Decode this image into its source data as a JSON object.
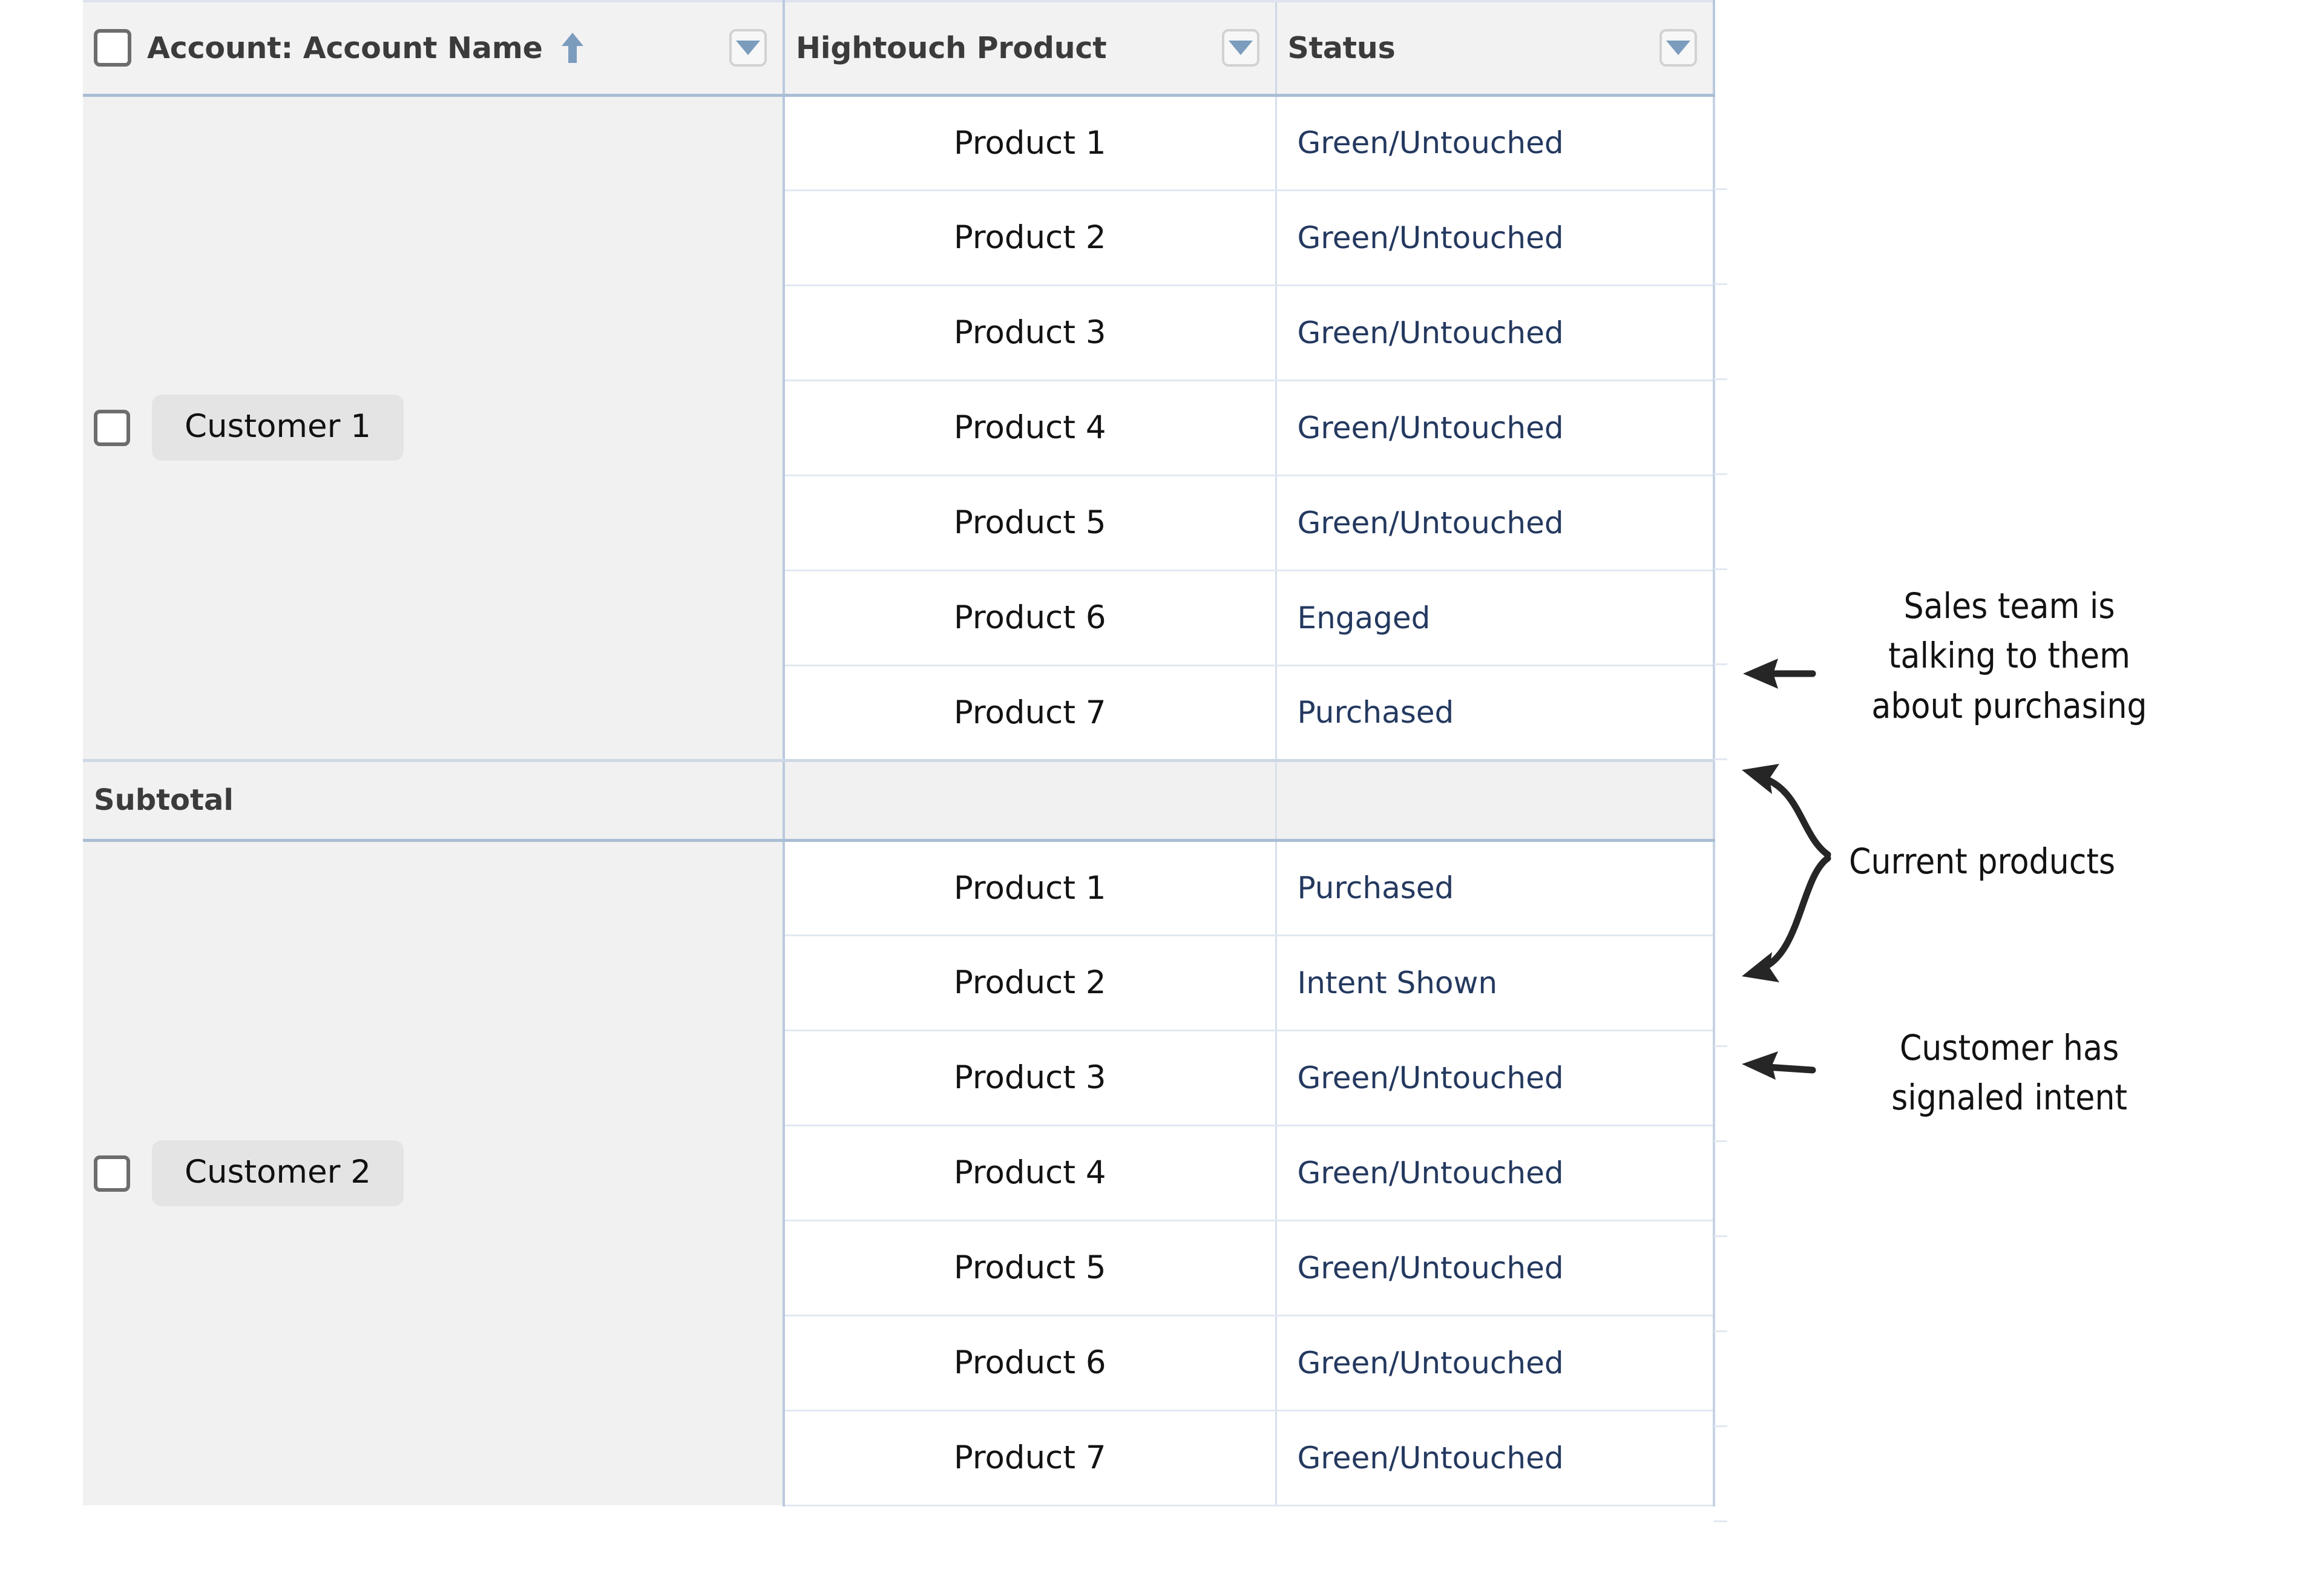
{
  "table": {
    "columns": [
      {
        "key": "account",
        "label": "Account: Account Name",
        "sort_icon": "sort-ascending-arrow-icon",
        "has_checkbox": true,
        "has_dropdown": true
      },
      {
        "key": "product",
        "label": "Hightouch Product",
        "has_checkbox": false,
        "has_dropdown": true
      },
      {
        "key": "status",
        "label": "Status",
        "has_checkbox": false,
        "has_dropdown": true
      }
    ],
    "groups": [
      {
        "account": "Customer 1",
        "rows": [
          {
            "product": "Product 1",
            "status": "Green/Untouched"
          },
          {
            "product": "Product 2",
            "status": "Green/Untouched"
          },
          {
            "product": "Product 3",
            "status": "Green/Untouched"
          },
          {
            "product": "Product 4",
            "status": "Green/Untouched"
          },
          {
            "product": "Product 5",
            "status": "Green/Untouched"
          },
          {
            "product": "Product 6",
            "status": "Engaged"
          },
          {
            "product": "Product 7",
            "status": "Purchased"
          }
        ],
        "subtotal_label": "Subtotal"
      },
      {
        "account": "Customer 2",
        "rows": [
          {
            "product": "Product 1",
            "status": "Purchased"
          },
          {
            "product": "Product 2",
            "status": "Intent Shown"
          },
          {
            "product": "Product 3",
            "status": "Green/Untouched"
          },
          {
            "product": "Product 4",
            "status": "Green/Untouched"
          },
          {
            "product": "Product 5",
            "status": "Green/Untouched"
          },
          {
            "product": "Product 6",
            "status": "Green/Untouched"
          },
          {
            "product": "Product 7",
            "status": "Green/Untouched"
          }
        ]
      }
    ]
  },
  "annotations": {
    "sales": "Sales team is\ntalking to them\nabout purchasing",
    "current": "Current products",
    "intent": "Customer has\nsignaled intent"
  },
  "colors": {
    "status_text": "#24395f",
    "header_text": "#3b3b3b",
    "header_background": "#f2f2f2",
    "account_column_background": "#f1f1f1",
    "pill_background": "#e4e4e4",
    "row_divider": "#e2e8f2",
    "dropdown_triangle": "#7b9cbd",
    "sort_arrow": "#7b9cbd"
  }
}
